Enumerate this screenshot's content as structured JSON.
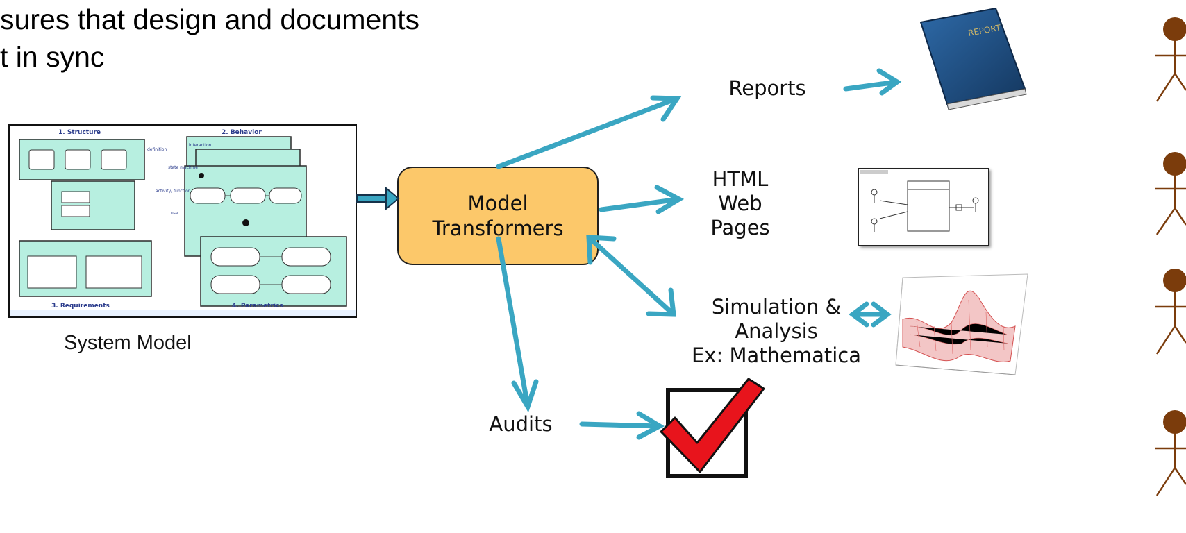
{
  "headline": {
    "line1": "sures that design and documents",
    "line2": "t in sync"
  },
  "system_model": {
    "caption": "System Model",
    "panels": [
      "1. Structure",
      "2. Behavior",
      "3. Requirements",
      "4. Parametrics"
    ],
    "annotations": [
      "definition",
      "interaction",
      "state machine",
      "activity/ function",
      "use"
    ]
  },
  "transformer": {
    "line1": "Model",
    "line2": "Transformers"
  },
  "outputs": {
    "reports": "Reports",
    "html": [
      "HTML",
      "Web",
      "Pages"
    ],
    "simulation": [
      "Simulation &",
      "Analysis",
      "Ex: Mathematica"
    ],
    "audits": "Audits"
  },
  "report_book_title": "REPORT",
  "colors": {
    "arrow": "#3aa6c2",
    "transformer_fill": "#fcc86a",
    "model_panel": "#b7efe0",
    "book": "#1f4f85",
    "check": "#e8141c",
    "stick_figure": "#7b3c0c"
  },
  "icons": [
    "report-book-icon",
    "html-page-thumbnail",
    "surface-plot-icon",
    "checkbox-checkmark-icon",
    "stick-figure-icon"
  ]
}
